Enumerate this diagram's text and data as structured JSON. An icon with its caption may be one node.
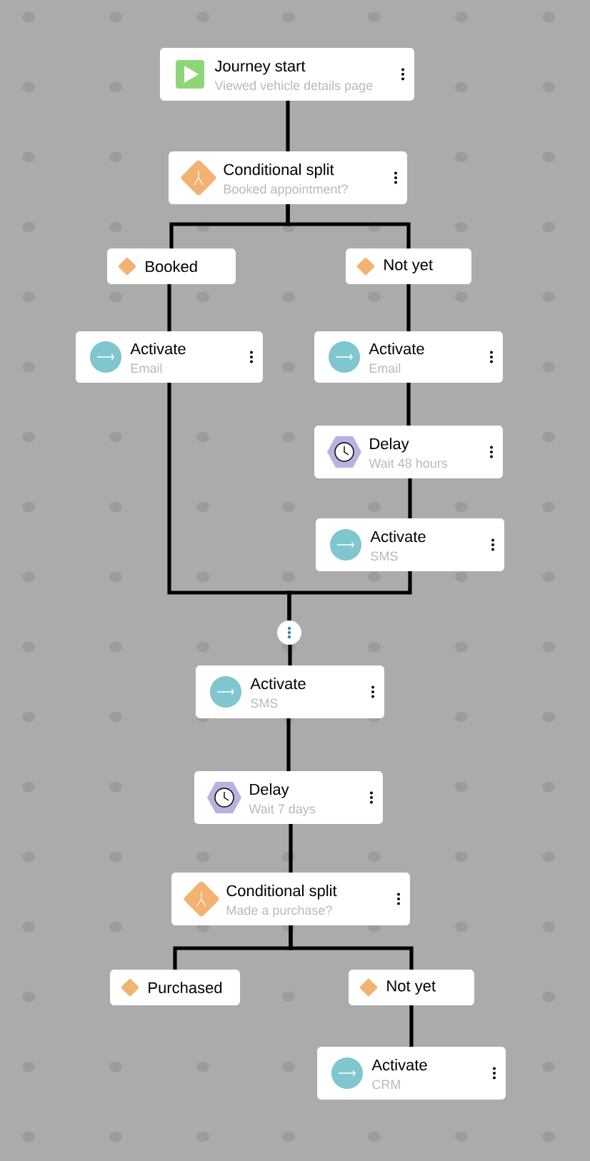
{
  "diagram": {
    "nodes": [
      {
        "text": [
          "Journey start",
          "Viewed vehicle details page"
        ]
      },
      {
        "text": [
          "Conditional split",
          "Booked appointment?"
        ]
      },
      {
        "text": [
          "Booked"
        ]
      },
      {
        "text": [
          "Not yet"
        ]
      },
      {
        "text": [
          "Activate",
          "Email"
        ]
      },
      {
        "text": [
          "Activate",
          "Email"
        ]
      },
      {
        "text": [
          "Delay",
          "Wait 48 hours"
        ]
      },
      {
        "text": [
          "Activate",
          "SMS"
        ]
      },
      {
        "text": [],
        "shape": "circle"
      },
      {
        "text": [
          "Activate",
          "SMS"
        ]
      },
      {
        "text": [
          "Delay",
          "Wait 7 days"
        ]
      },
      {
        "text": [
          "Conditional split",
          "Made a purchase?"
        ]
      },
      {
        "text": [
          "Purchased"
        ]
      },
      {
        "text": [
          "Not yet"
        ]
      },
      {
        "text": [
          "Activate",
          "CRM"
        ]
      }
    ],
    "edges": [
      {
        "from": 0,
        "to": 1,
        "arrow": "none"
      },
      {
        "from": 1,
        "to": 2,
        "arrow": "none"
      },
      {
        "from": 1,
        "to": 3,
        "arrow": "none"
      },
      {
        "from": 2,
        "to": 4,
        "arrow": "none"
      },
      {
        "from": 3,
        "to": 5,
        "arrow": "none"
      },
      {
        "from": 5,
        "to": 6,
        "arrow": "none"
      },
      {
        "from": 6,
        "to": 7,
        "arrow": "none"
      },
      {
        "from": 4,
        "to": 8,
        "arrow": "none"
      },
      {
        "from": 7,
        "to": 8,
        "arrow": "none"
      },
      {
        "from": 8,
        "to": 9,
        "arrow": "none"
      },
      {
        "from": 9,
        "to": 10,
        "arrow": "none"
      },
      {
        "from": 10,
        "to": 11,
        "arrow": "none"
      },
      {
        "from": 11,
        "to": 12,
        "arrow": "none"
      },
      {
        "from": 11,
        "to": 13,
        "arrow": "none"
      },
      {
        "from": 13,
        "to": 14,
        "arrow": "none"
      }
    ]
  }
}
